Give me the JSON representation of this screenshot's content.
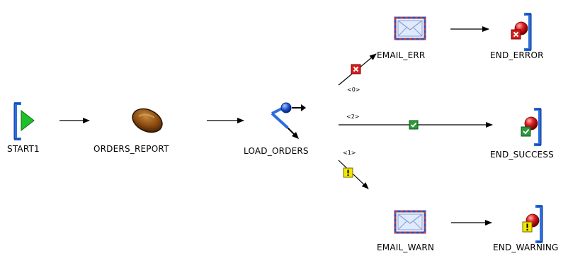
{
  "nodes": {
    "start": {
      "label": "START1",
      "icon": "start-icon"
    },
    "orders_report": {
      "label": "ORDERS_REPORT",
      "icon": "bean-icon"
    },
    "load_orders": {
      "label": "LOAD_ORDERS",
      "icon": "switch-icon"
    },
    "email_err": {
      "label": "EMAIL_ERR",
      "icon": "envelope-icon"
    },
    "end_error": {
      "label": "END_ERROR",
      "icon": "end-error-icon"
    },
    "end_success": {
      "label": "END_SUCCESS",
      "icon": "end-success-icon"
    },
    "email_warn": {
      "label": "EMAIL_WARN",
      "icon": "envelope-icon"
    },
    "end_warning": {
      "label": "END_WARNING",
      "icon": "end-warning-icon"
    }
  },
  "edges": {
    "error_cond": "<0>",
    "success_cond": "<2>",
    "warning_cond": "<1>"
  },
  "colors": {
    "error": "#d61c1c",
    "success": "#2e9a3a",
    "warning": "#f2e600",
    "bracket": "#2b6fe0",
    "start_green": "#1fbf2a",
    "bean": "#8a4a10",
    "sphere": "#e02020"
  }
}
